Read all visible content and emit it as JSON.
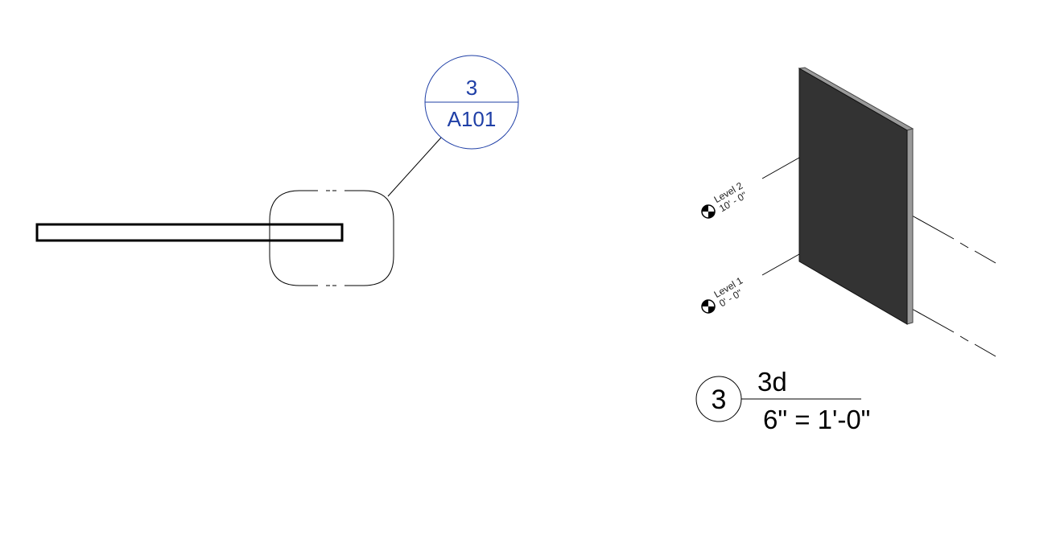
{
  "callout_tag": {
    "detail_number": "3",
    "sheet_number": "A101"
  },
  "levels": [
    {
      "name": "Level 2",
      "elevation": "10' - 0\""
    },
    {
      "name": "Level 1",
      "elevation": "0' - 0\""
    }
  ],
  "view_title": {
    "number": "3",
    "name": "3d",
    "scale": "6\" = 1'-0\""
  },
  "colors": {
    "callout_blue": "#1f3fa6",
    "wall_face": "#333333",
    "wall_edge": "#9a9a9a"
  }
}
